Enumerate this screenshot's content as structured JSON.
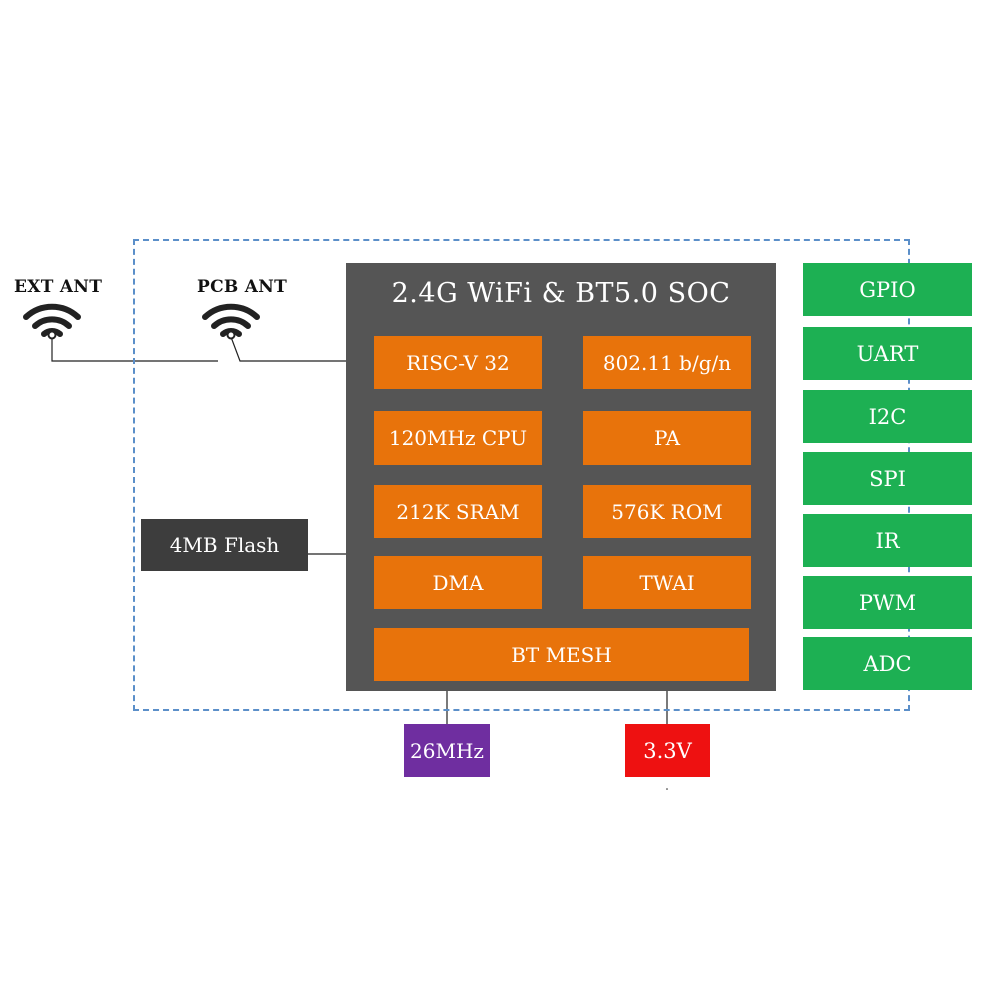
{
  "antennas": {
    "ext_label": "EXT ANT",
    "pcb_label": "PCB ANT"
  },
  "soc": {
    "title": "2.4G WiFi & BT5.0 SOC",
    "blocks": [
      "RISC-V 32",
      "802.11 b/g/n",
      "120MHz CPU",
      "PA",
      "212K SRAM",
      "576K ROM",
      "DMA",
      "TWAI",
      "BT MESH"
    ]
  },
  "flash": {
    "label": "4MB Flash"
  },
  "crystal": {
    "label": "26MHz"
  },
  "power": {
    "label": "3.3V"
  },
  "peripherals": [
    "GPIO",
    "UART",
    "I2C",
    "SPI",
    "IR",
    "PWM",
    "ADC"
  ],
  "colors": {
    "soc_bg": "#555555",
    "block": "#e8730b",
    "peripheral": "#1db053",
    "flash": "#3d3d3d",
    "crystal": "#6f2ea0",
    "power": "#ee1111",
    "boundary": "#5b8fc9"
  },
  "icons": [
    "wifi-icon",
    "wifi-icon"
  ]
}
